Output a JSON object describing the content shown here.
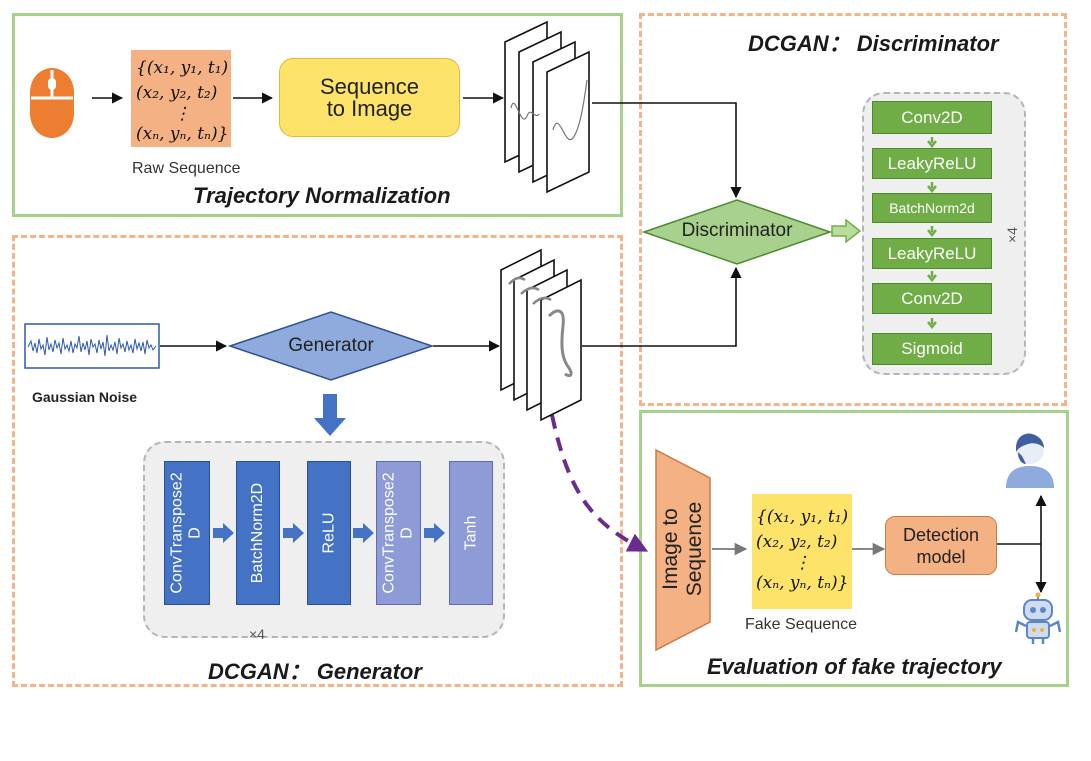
{
  "trajectory_normalization": {
    "title": "Trajectory Normalization",
    "raw_sequence": {
      "lines": [
        "{(x₁, y₁, t₁)",
        "(x₂, y₂, t₂)",
        "⋮",
        "(xₙ, yₙ, tₙ)}"
      ],
      "caption": "Raw Sequence"
    },
    "seq_to_image_label": [
      "Sequence",
      "to Image"
    ]
  },
  "discriminator": {
    "title": "DCGAN： Discriminator",
    "diamond_label": "Discriminator",
    "layers": [
      "Conv2D",
      "LeakyReLU",
      "BatchNorm2d",
      "LeakyReLU",
      "Conv2D",
      "Sigmoid"
    ],
    "repeat_label": "×4"
  },
  "generator": {
    "title": "DCGAN： Generator",
    "diamond_label": "Generator",
    "noise_caption": "Gaussian Noise",
    "layers": [
      "ConvTranspose2\nD",
      "BatchNorm2D",
      "ReLU",
      "ConvTranspose2\nD",
      "Tanh"
    ],
    "repeat_label": "×4"
  },
  "evaluation": {
    "title": "Evaluation of fake trajectory",
    "image_to_sequence_label": [
      "Image to",
      "Sequence"
    ],
    "fake_sequence": {
      "lines": [
        "{(x₁, y₁, t₁)",
        "(x₂, y₂, t₂)",
        "⋮",
        "(xₙ, yₙ, tₙ)}"
      ],
      "caption": "Fake Sequence"
    },
    "detection_label": [
      "Detection",
      "model"
    ]
  },
  "icons": {
    "mouse": "mouse-icon",
    "human": "human-user-icon",
    "robot": "robot-icon",
    "noise": "gaussian-noise-signal-icon"
  },
  "colors": {
    "panel_green": "#a8d08d",
    "panel_orange": "#f2b48a",
    "layer_green": "#70ad47",
    "generator_blue": "#4472c4",
    "generator_light": "#8e9bd6",
    "yellow": "#fde36a",
    "orange": "#f4b183"
  }
}
